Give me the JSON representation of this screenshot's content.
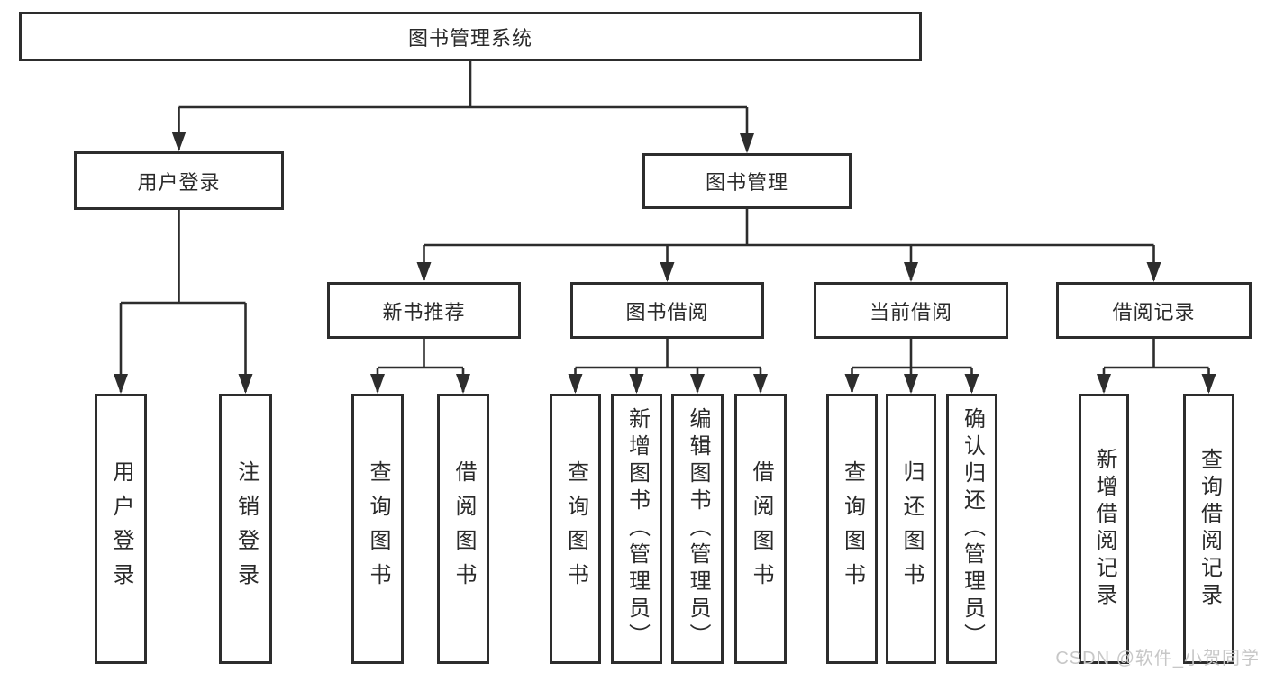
{
  "tree": {
    "label": "图书管理系统",
    "children": [
      {
        "label": "用户登录",
        "children": [
          {
            "label": "用户登录"
          },
          {
            "label": "注销登录"
          }
        ]
      },
      {
        "label": "图书管理",
        "children": [
          {
            "label": "新书推荐",
            "children": [
              {
                "label": "查询图书"
              },
              {
                "label": "借阅图书"
              }
            ]
          },
          {
            "label": "图书借阅",
            "children": [
              {
                "label": "查询图书"
              },
              {
                "label": "新增图书（管理员）"
              },
              {
                "label": "编辑图书（管理员）"
              },
              {
                "label": "借阅图书"
              }
            ]
          },
          {
            "label": "当前借阅",
            "children": [
              {
                "label": "查询图书"
              },
              {
                "label": "归还图书"
              },
              {
                "label": "确认归还（管理员）"
              }
            ]
          },
          {
            "label": "借阅记录",
            "children": [
              {
                "label": "新增借阅记录"
              },
              {
                "label": "查询借阅记录"
              }
            ]
          }
        ]
      }
    ]
  },
  "watermark": "CSDN @软件_小贺同学",
  "colors": {
    "line": "#2d2d2d",
    "box_border": "#2d2d2d",
    "box_background": "#ffffff",
    "text": "#2a2a2a",
    "watermark": "#c7c7c7",
    "page_background": "#ffffff"
  }
}
